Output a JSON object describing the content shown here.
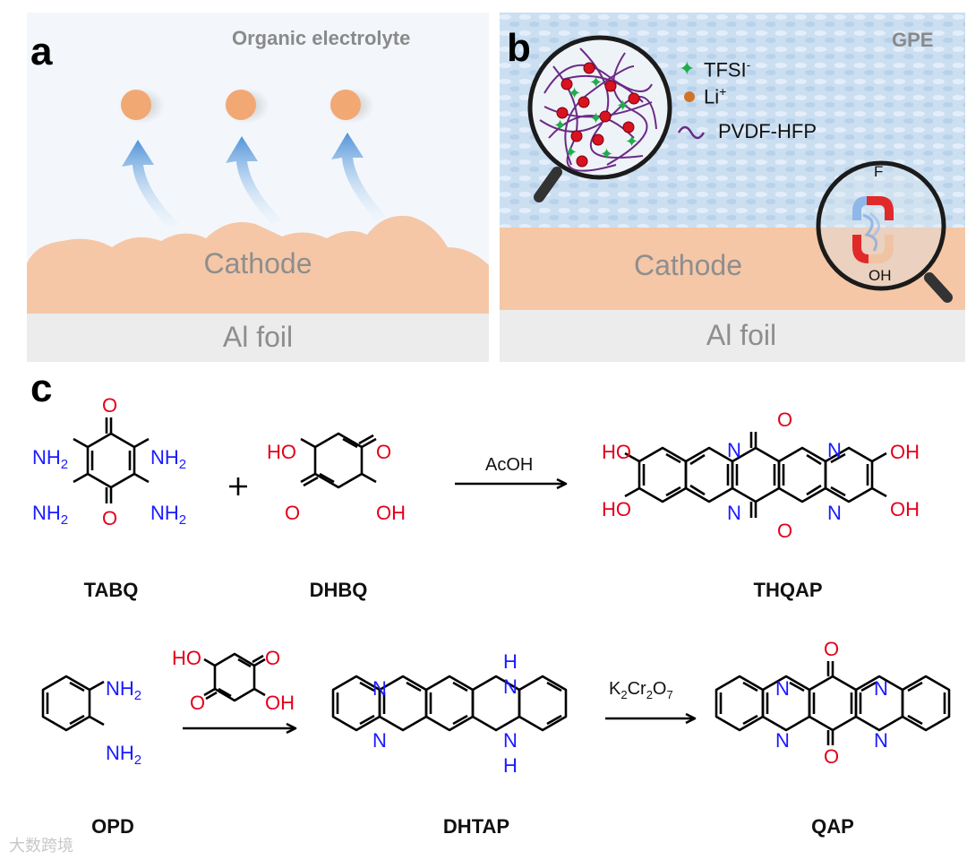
{
  "panels": {
    "a": {
      "letter": "a",
      "tag": "Organic electrolyte",
      "cathode": "Cathode",
      "foil": "Al foil"
    },
    "b": {
      "letter": "b",
      "tag": "GPE",
      "cathode": "Cathode",
      "foil": "Al foil",
      "legend": {
        "tfsi": "TFSI",
        "tfsi_sup": "-",
        "li": "Li",
        "li_sup": "+",
        "polymer": "PVDF-HFP"
      },
      "magnifier_labels": {
        "top": "F",
        "bottom": "OH"
      }
    },
    "c": {
      "letter": "c",
      "reaction1": {
        "reactant1": "TABQ",
        "plus": "+",
        "reactant2": "DHBQ",
        "reagent": "AcOH",
        "product": "THQAP"
      },
      "reaction2": {
        "reactant": "OPD",
        "intermediate": "DHTAP",
        "reagent_main": "K",
        "reagent_sub1": "2",
        "reagent_mid": "Cr",
        "reagent_sub2": "2",
        "reagent_end": "O",
        "reagent_sub3": "7",
        "product": "QAP"
      },
      "atoms": {
        "amine": "NH",
        "amine_sub": "2",
        "oxygen": "O",
        "hydroxyl_left": "HO",
        "hydroxyl_right": "OH",
        "nitrogen": "N",
        "hydrogen": "H"
      }
    }
  },
  "watermark": "大数跨境",
  "colors": {
    "heteroatom_N": "#1a1aff",
    "heteroatom_O": "#e3001b",
    "cathode": "#f5c7a7",
    "foil": "#ececec",
    "electrolyte": "#f2f6fb",
    "gpe": "#c9dcf0"
  }
}
